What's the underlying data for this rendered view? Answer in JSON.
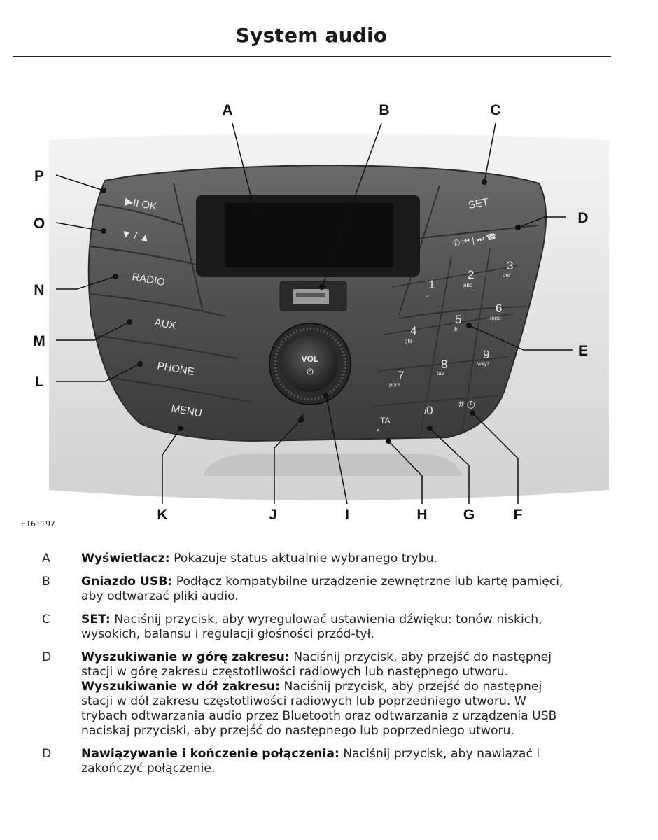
{
  "header": {
    "title": "System audio"
  },
  "figure": {
    "id": "E161197",
    "callouts": [
      "A",
      "B",
      "C",
      "D",
      "E",
      "F",
      "G",
      "H",
      "I",
      "J",
      "K",
      "L",
      "M",
      "N",
      "O",
      "P"
    ],
    "button_labels": {
      "play_pause_ok": "▶II OK",
      "down_up": "▼ / ▲",
      "radio": "RADIO",
      "aux": "AUX",
      "phone": "PHONE",
      "menu": "MENU",
      "set": "SET",
      "vol": "VOL",
      "ta": "TA",
      "keypad": [
        {
          "digit": "1",
          "letters": "⌣"
        },
        {
          "digit": "2",
          "letters": "abc"
        },
        {
          "digit": "3",
          "letters": "def"
        },
        {
          "digit": "4",
          "letters": "ghi"
        },
        {
          "digit": "5",
          "letters": "jkl"
        },
        {
          "digit": "6",
          "letters": "mno"
        },
        {
          "digit": "7",
          "letters": "pqrs"
        },
        {
          "digit": "8",
          "letters": "tuv"
        },
        {
          "digit": "9",
          "letters": "wxyz"
        },
        {
          "digit": "0",
          "letters": ""
        }
      ]
    }
  },
  "legend": [
    {
      "key": "A",
      "parts": [
        {
          "term": "Wyświetlacz:",
          "lines": [
            "Pokazuje status aktualnie wybranego trybu."
          ]
        }
      ]
    },
    {
      "key": "B",
      "parts": [
        {
          "term": "Gniazdo USB:",
          "lines": [
            "Podłącz kompatybilne urządzenie zewnętrzne lub kartę pamięci,",
            "aby odtwarzać pliki audio."
          ]
        }
      ]
    },
    {
      "key": "C",
      "parts": [
        {
          "term": "SET:",
          "lines": [
            "Naciśnij przycisk, aby wyregulować ustawienia dźwięku: tonów niskich,",
            "wysokich, balansu i regulacji głośności przód-tył."
          ]
        }
      ]
    },
    {
      "key": "D",
      "parts": [
        {
          "term": "Wyszukiwanie w górę zakresu:",
          "lines": [
            "Naciśnij przycisk, aby przejść do następnej",
            "stacji w górę zakresu częstotliwości radiowych lub następnego utworu."
          ]
        },
        {
          "term": "Wyszukiwanie w dół zakresu:",
          "lines": [
            "Naciśnij przycisk, aby przejść do następnej",
            "stacji w dół zakresu częstotliwości radiowych lub poprzedniego utworu. W",
            "trybach odtwarzania audio przez Bluetooth oraz odtwarzania z urządzenia USB",
            "naciskaj przyciski, aby przejść do następnego lub poprzedniego utworu."
          ]
        }
      ]
    },
    {
      "key": "D",
      "parts": [
        {
          "term": "Nawiązywanie i kończenie połączenia:",
          "lines": [
            "Naciśnij przycisk, aby nawiązać i",
            "zakończyć połączenie."
          ]
        }
      ]
    }
  ]
}
